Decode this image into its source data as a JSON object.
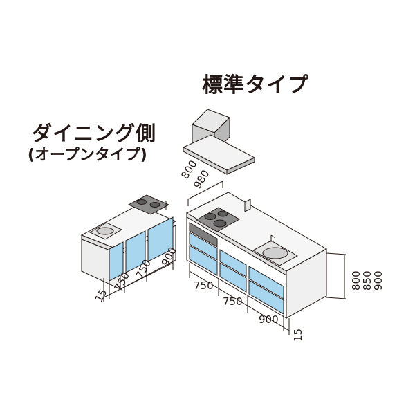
{
  "standard_title": "標準タイプ",
  "dining_title": "ダイニング側",
  "dining_subtitle": "(オープンタイプ)",
  "hood_dims": {
    "d1": "800",
    "d2": "980"
  },
  "dining_dims": {
    "a": "15",
    "b": "750",
    "c": "750",
    "d": "900"
  },
  "standard_dims": {
    "a": "750",
    "b": "750",
    "c": "900",
    "d": "15"
  },
  "height_dims": {
    "h1": "800",
    "h2": "850",
    "h3": "900"
  },
  "colors": {
    "cabinet_blue": "#a9d6ef",
    "cabinet_blue_dark": "#7fc2e6",
    "counter": "#f4f4f4",
    "line": "#231815"
  }
}
